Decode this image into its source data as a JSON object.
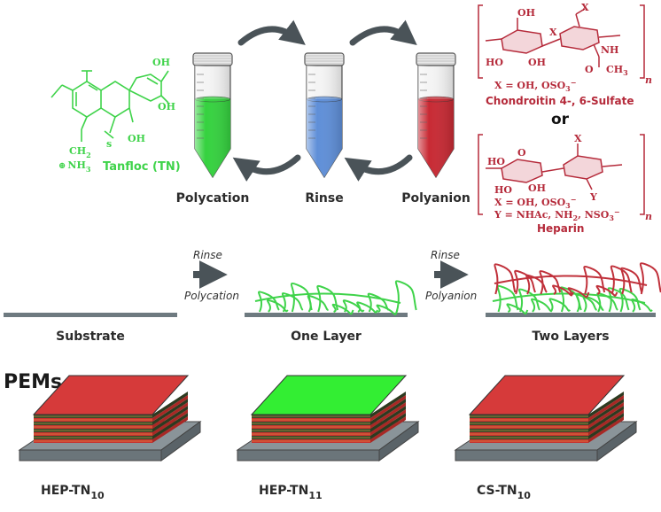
{
  "tanfloc": {
    "name": "Tanfloc (TN)",
    "oh1": "OH",
    "oh2": "OH",
    "oh3": "OH",
    "ch2": "CH",
    "sub2": "2",
    "nh3": "NH",
    "sub3": "3",
    "plus": "⊕",
    "s": "s"
  },
  "tubes": [
    {
      "label": "Polycation",
      "color": "#35d23f"
    },
    {
      "label": "Rinse",
      "color": "#5f8fd8"
    },
    {
      "label": "Polyanion",
      "color": "#c82a34"
    }
  ],
  "chondroitin": {
    "oh_top": "OH",
    "oh_left": "HO",
    "oh_mid": "OH",
    "x_top": "X",
    "x_ring": "X",
    "nh": "NH",
    "o_carb": "O",
    "ch3": "CH",
    "ch3_sub": "3",
    "x_eq": "X = OH, OSO",
    "x_eq_sub": "3",
    "x_eq_sup": "−",
    "n": "n",
    "name": "Chondroitin 4-, 6-Sulfate"
  },
  "or_label": "or",
  "heparin": {
    "x_top": "X",
    "ho": "HO",
    "oh": "OH",
    "hoo": "HO",
    "o_carb": "O",
    "y": "Y",
    "x_eq": "X = OH, OSO",
    "x_eq_sub": "3",
    "x_eq_sup": "−",
    "y_eq": "Y = NHAc, NH",
    "y_eq_sub1": "2",
    "y_eq_mid": ", NSO",
    "y_eq_sub2": "3",
    "y_eq_sup": "−",
    "n": "n",
    "name": "Heparin"
  },
  "steps": [
    {
      "top": "Rinse",
      "bottom": "Polycation"
    },
    {
      "top": "Rinse",
      "bottom": "Polyanion"
    }
  ],
  "stages": [
    "Substrate",
    "One Layer",
    "Two Layers"
  ],
  "pems_title": "PEMs",
  "pems": [
    {
      "base": "HEP-TN",
      "sub": "10",
      "top_color": "#d63a3a"
    },
    {
      "base": "HEP-TN",
      "sub": "11",
      "top_color": "#33ee33"
    },
    {
      "base": "CS-TN",
      "sub": "10",
      "top_color": "#d63a3a"
    }
  ],
  "colors": {
    "green": "#3fd34a",
    "red": "#b52a3a",
    "arrow": "#4a5358",
    "substrate": "#6e7a80"
  }
}
